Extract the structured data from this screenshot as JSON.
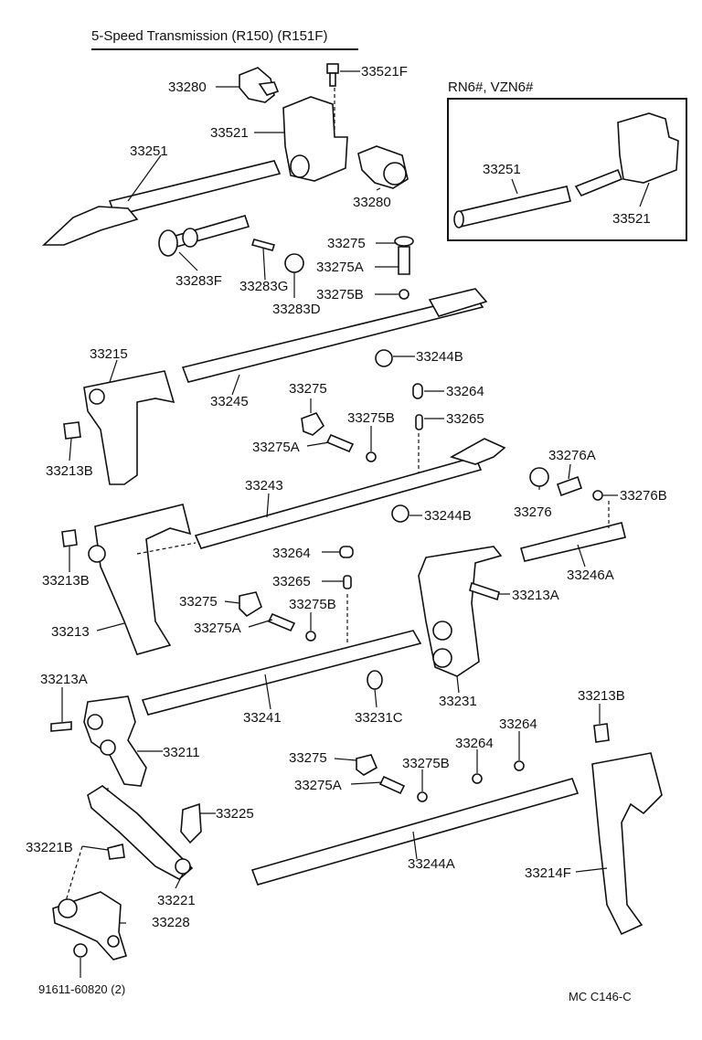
{
  "title": "5-Speed Transmission (R150) (R151F)",
  "inset_title": "RN6#, VZN6#",
  "reference_code": "MC  C146-C",
  "footnote": "91611-60820 (2)",
  "labels": {
    "p33280_a": "33280",
    "p33521F": "33521F",
    "p33521": "33521",
    "p33251": "33251",
    "p33280_b": "33280",
    "p33283F": "33283F",
    "p33283G": "33283G",
    "p33283D": "33283D",
    "p33275_a": "33275",
    "p33275A_a": "33275A",
    "p33275B_a": "33275B",
    "p33244B_a": "33244B",
    "p33215": "33215",
    "p33245": "33245",
    "p33213B_a": "33213B",
    "p33275_b": "33275",
    "p33264_a": "33264",
    "p33275B_b": "33275B",
    "p33265_a": "33265",
    "p33275A_b": "33275A",
    "p33243": "33243",
    "p33244B_b": "33244B",
    "p33276A": "33276A",
    "p33276": "33276",
    "p33276B": "33276B",
    "p33213B_b": "33213B",
    "p33264_b": "33264",
    "p33246A": "33246A",
    "p33265_b": "33265",
    "p33213A_a": "33213A",
    "p33275_c": "33275",
    "p33275B_c": "33275B",
    "p33275A_c": "33275A",
    "p33213": "33213",
    "p33213A_b": "33213A",
    "p33241": "33241",
    "p33231C": "33231C",
    "p33231": "33231",
    "p33213B_c": "33213B",
    "p33211": "33211",
    "p33264_c": "33264",
    "p33264_d": "33264",
    "p33275_d": "33275",
    "p33275B_d": "33275B",
    "p33275A_d": "33275A",
    "p33225": "33225",
    "p33221B": "33221B",
    "p33244A": "33244A",
    "p33214F": "33214F",
    "p33221": "33221",
    "p33228": "33228",
    "inset_33251": "33251",
    "inset_33521": "33521"
  }
}
